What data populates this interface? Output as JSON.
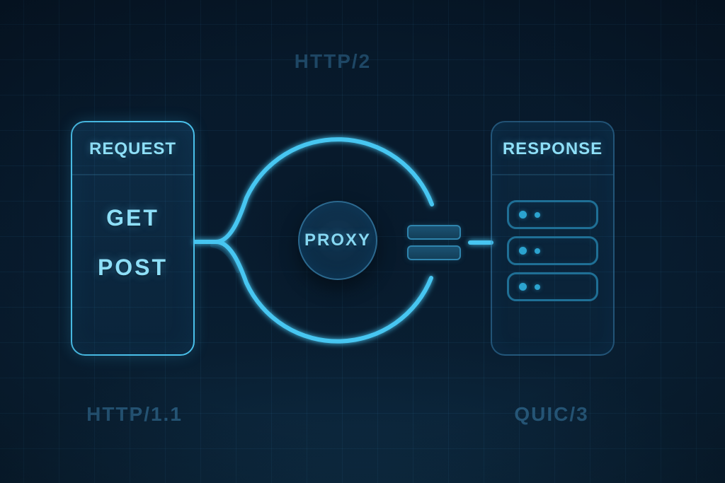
{
  "protocol_labels": {
    "top": "HTTP/2",
    "bottom_left": "HTTP/1.1",
    "bottom_right": "QUIC/3"
  },
  "request_box": {
    "title": "REQUEST",
    "methods": [
      "GET",
      "POST"
    ]
  },
  "proxy": {
    "label": "PROXY"
  },
  "response_box": {
    "title": "RESPONSE",
    "server_count": 3
  },
  "colors": {
    "background": "#081b2d",
    "accent_cyan": "#47c6f1",
    "text_cyan": "#8edff8",
    "muted_label": "#27597b",
    "muted_label_top": "#1e4765"
  }
}
